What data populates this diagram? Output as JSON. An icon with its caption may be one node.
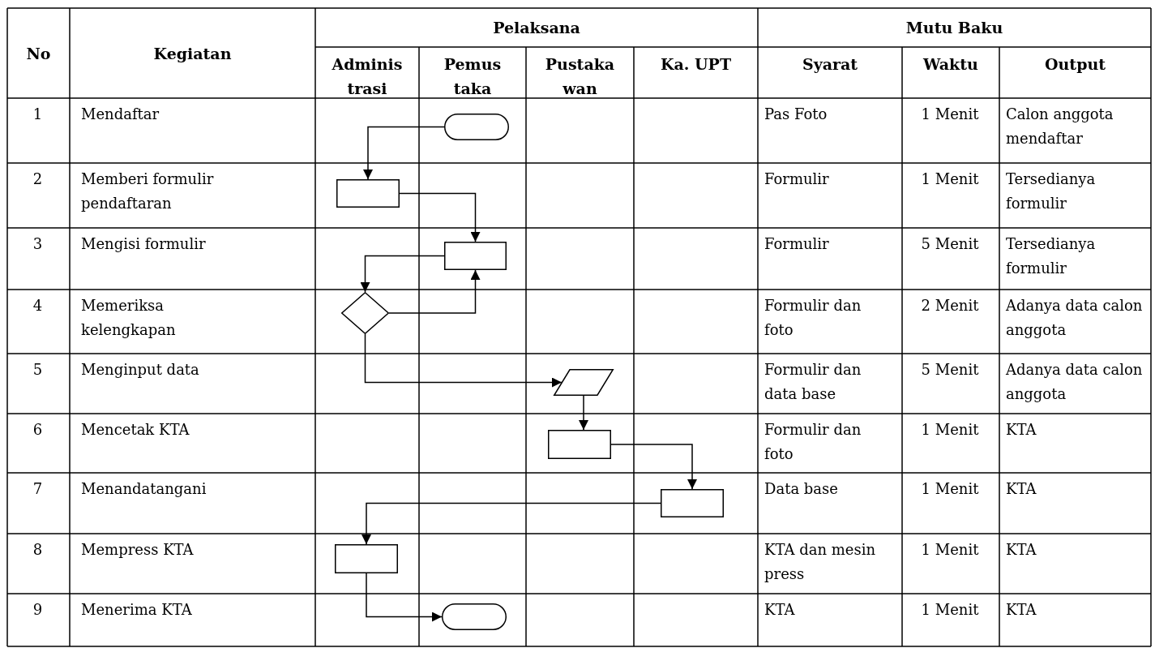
{
  "diagram": {
    "nodes": [
      {
        "text": [],
        "shape": "oval"
      },
      {
        "text": [],
        "shape": "box"
      },
      {
        "text": [],
        "shape": "box"
      },
      {
        "text": [],
        "shape": "diamond"
      },
      {
        "text": [],
        "shape": "parallelogram"
      },
      {
        "text": [],
        "shape": "box"
      },
      {
        "text": [],
        "shape": "box"
      },
      {
        "text": [],
        "shape": "box"
      },
      {
        "text": [],
        "shape": "oval"
      }
    ],
    "edges": [
      {
        "from": 0,
        "to": 1,
        "arrow": "to"
      },
      {
        "from": 1,
        "to": 2,
        "arrow": "to"
      },
      {
        "from": 2,
        "to": 3,
        "arrow": "to"
      },
      {
        "from": 3,
        "to": 2,
        "arrow": "to"
      },
      {
        "from": 3,
        "to": 4,
        "arrow": "to"
      },
      {
        "from": 4,
        "to": 5,
        "arrow": "to"
      },
      {
        "from": 5,
        "to": 6,
        "arrow": "to"
      },
      {
        "from": 6,
        "to": 7,
        "arrow": "to"
      },
      {
        "from": 7,
        "to": 8,
        "arrow": "to"
      }
    ],
    "labels": [
      "No",
      "Kegiatan",
      "Pelaksana",
      "Mutu Baku",
      "Adminis trasi",
      "Pemus taka",
      "Pustaka wan",
      "Ka. UPT",
      "Syarat",
      "Waktu",
      "Output",
      "1",
      "Mendaftar",
      "Pas Foto",
      "1 Menit",
      "Calon anggota mendaftar",
      "2",
      "Memberi formulir pendaftaran",
      "Formulir",
      "1 Menit",
      "Tersedianya formulir",
      "3",
      "Mengisi formulir",
      "Formulir",
      "5 Menit",
      "Tersedianya formulir",
      "4",
      "Memeriksa kelengkapan",
      "Formulir dan foto",
      "2 Menit",
      "Adanya data calon anggota",
      "5",
      "Menginput data",
      "Formulir dan data base",
      "5 Menit",
      "Adanya data calon anggota",
      "6",
      "Mencetak KTA",
      "Formulir dan foto",
      "1 Menit",
      "KTA",
      "7",
      "Menandatangani",
      "Data base",
      "1 Menit",
      "KTA",
      "8",
      "Mempress KTA",
      "KTA dan mesin press",
      "1 Menit",
      "KTA",
      "9",
      "Menerima KTA",
      "KTA",
      "1 Menit",
      "KTA"
    ]
  }
}
